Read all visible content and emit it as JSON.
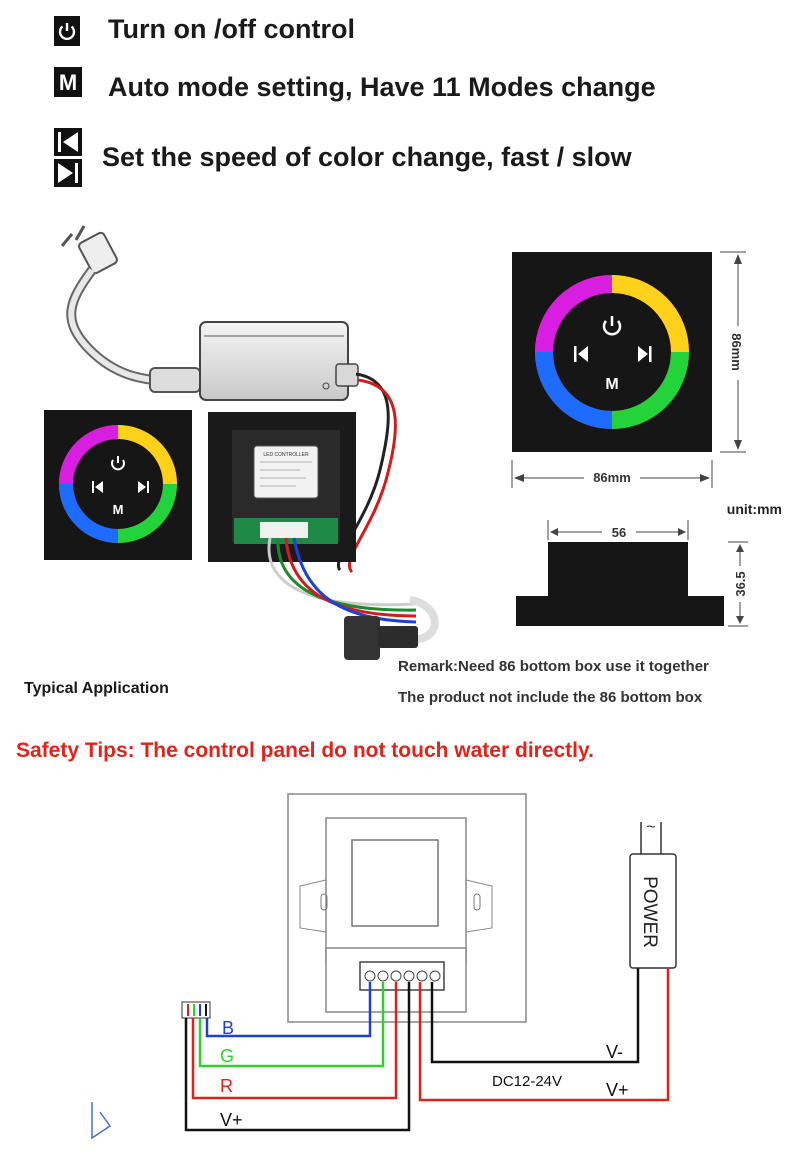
{
  "legend": {
    "power": {
      "icon": "power-icon",
      "text": "Turn on /off control"
    },
    "mode": {
      "icon": "m-icon",
      "icon_letter": "M",
      "text": "Auto mode setting, Have 11 Modes change"
    },
    "speed": {
      "icons": [
        "skip-back-icon",
        "skip-forward-icon"
      ],
      "text": "Set the speed of color change, fast / slow"
    }
  },
  "application": {
    "caption": "Typical Application",
    "controller_label": "LED CONTROLLER",
    "panel_button_letter": "M"
  },
  "dimensions": {
    "height": "86mm",
    "width": "86mm",
    "unit": "unit:mm",
    "side_width": "56",
    "side_height": "36.5"
  },
  "remarks": {
    "line1": "Remark:Need 86 bottom box use it together",
    "line2": "The product not include the 86 bottom box"
  },
  "safety": {
    "text": "Safety Tips: The control panel do not touch water directly.",
    "color": "#e2231a"
  },
  "wiring": {
    "power_label": "POWER",
    "tilde": "~",
    "labels": {
      "b": "B",
      "g": "G",
      "r": "R",
      "vplus": "V+",
      "vminus": "V-",
      "vplus_right": "V+"
    },
    "voltage": "DC12-24V",
    "colors": {
      "blue": "#1f3fd6",
      "green": "#2fd12a",
      "red": "#e0201c",
      "black": "#111111"
    }
  }
}
